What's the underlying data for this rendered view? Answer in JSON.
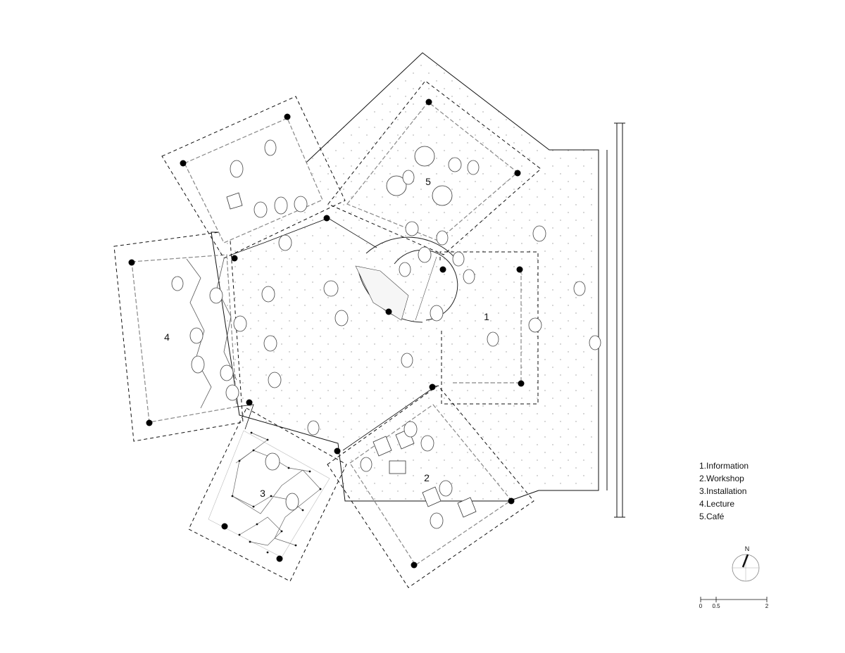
{
  "zones": [
    {
      "id": "1",
      "number": "1",
      "name": "Information"
    },
    {
      "id": "2",
      "number": "2",
      "name": "Workshop"
    },
    {
      "id": "3",
      "number": "3",
      "name": "Installation"
    },
    {
      "id": "4",
      "number": "4",
      "name": "Lecture"
    },
    {
      "id": "5",
      "number": "5",
      "name": "Café"
    }
  ],
  "legend": {
    "items": [
      "1.Information",
      "2.Workshop",
      "3.Installation",
      "4.Lecture",
      "5.Café"
    ]
  },
  "north_arrow": {
    "label": "N"
  },
  "scale_bar": {
    "ticks": [
      "0",
      "0.5",
      "2"
    ]
  }
}
